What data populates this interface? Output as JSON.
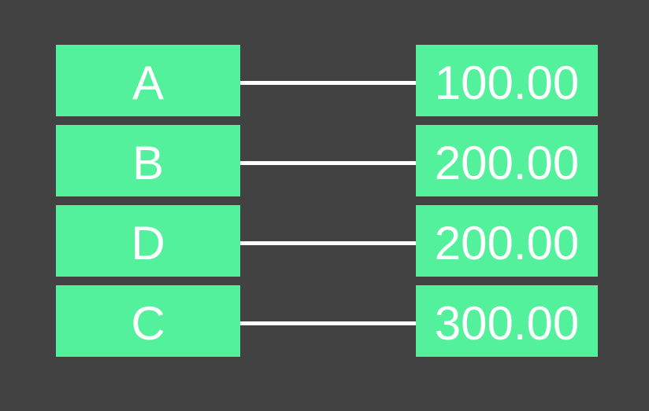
{
  "diagram": {
    "description": "Key-to-value mapping diagram: left key nodes connected by horizontal lines to right value nodes",
    "background_color": "#424242",
    "node_color": "#54f19d",
    "connector_color": "#ffffff",
    "text_color": "#ffffff",
    "pairs": [
      {
        "label": "A",
        "value": "100.00"
      },
      {
        "label": "B",
        "value": "200.00"
      },
      {
        "label": "D",
        "value": "200.00"
      },
      {
        "label": "C",
        "value": "300.00"
      }
    ]
  }
}
